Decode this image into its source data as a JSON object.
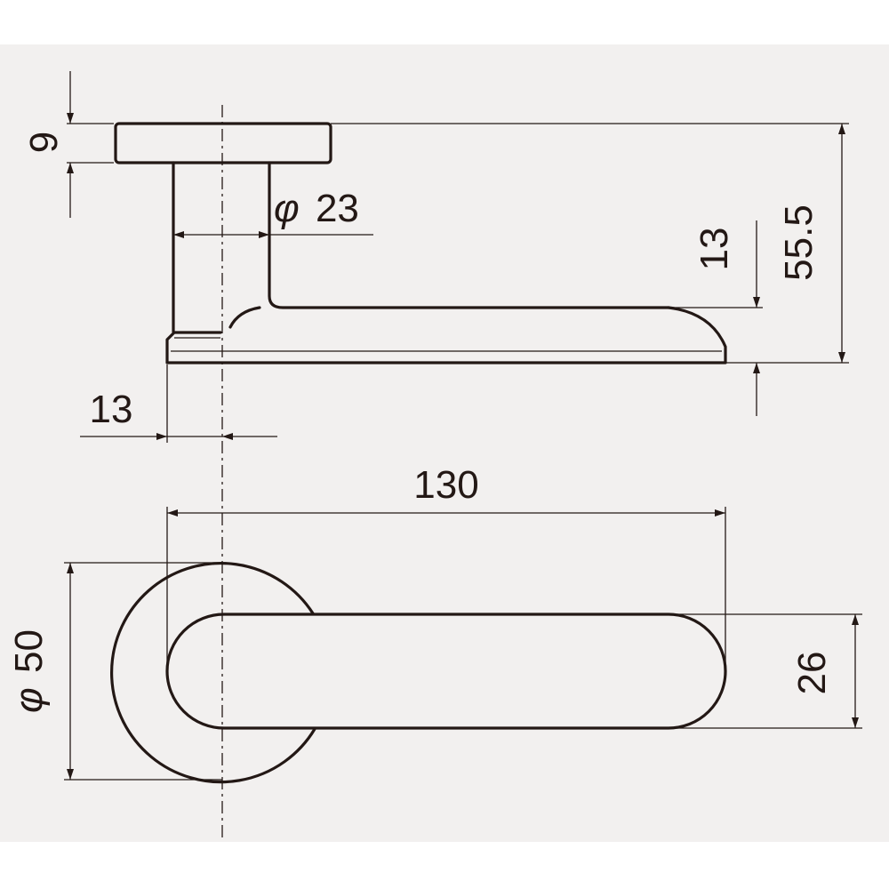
{
  "colors": {
    "background": "#f2f0ef",
    "line": "#231815"
  },
  "dimensions": {
    "rose_thickness": "9",
    "spindle_diameter_symbol": "φ",
    "spindle_diameter": "23",
    "lever_thickness": "13",
    "total_height": "55.5",
    "rose_offset": "13",
    "lever_length": "130",
    "rose_diameter_symbol": "φ",
    "rose_diameter": "50",
    "lever_width": "26"
  }
}
